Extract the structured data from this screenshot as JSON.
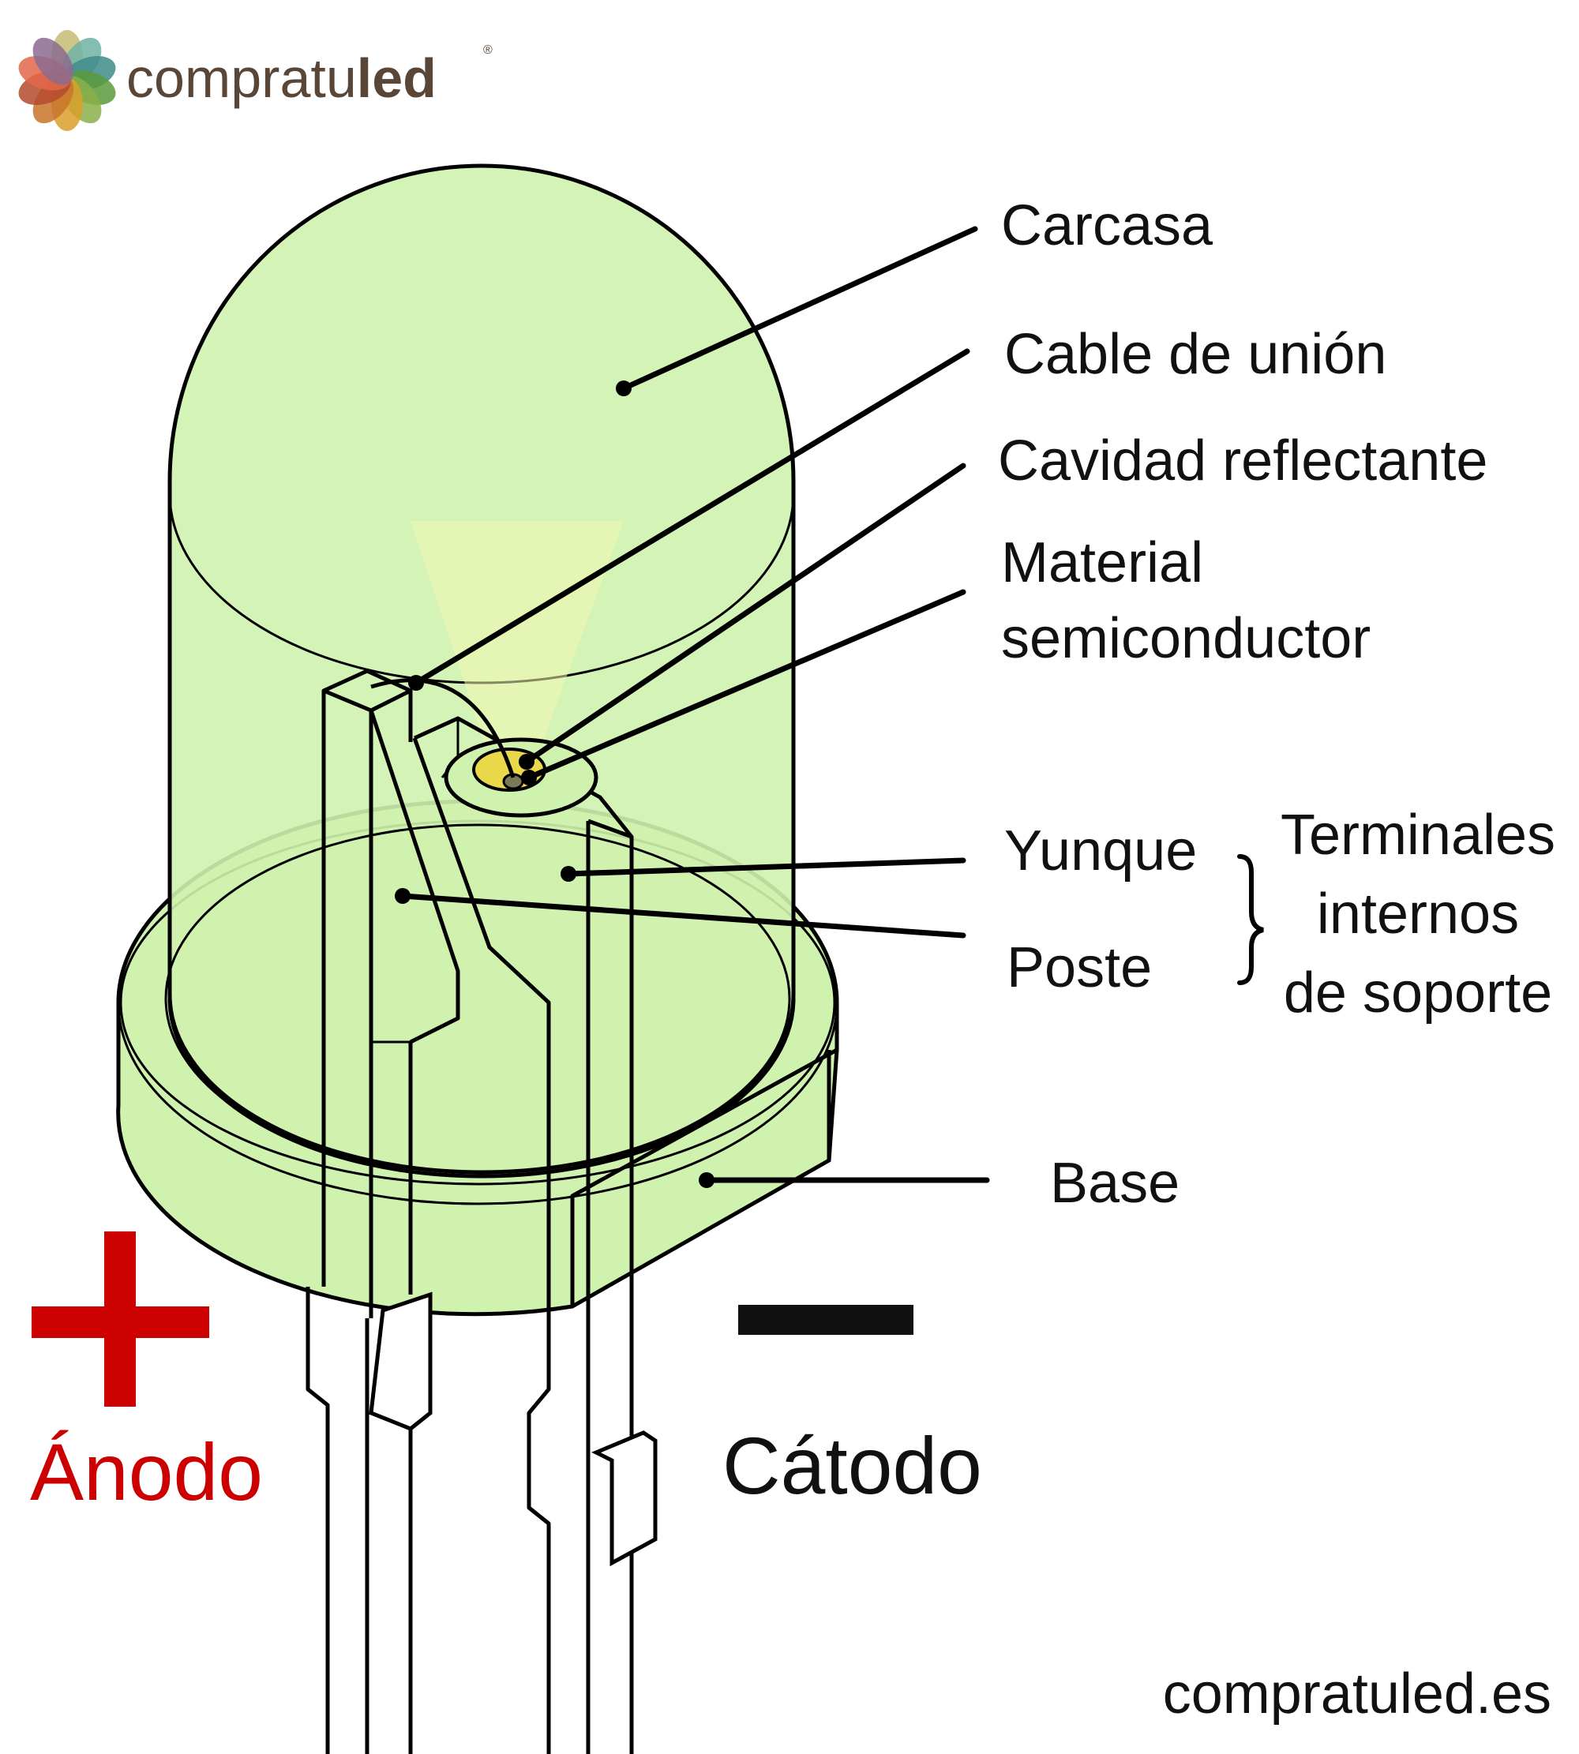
{
  "brand": {
    "name_prefix": "compratu",
    "name_suffix": "led",
    "registered": "®",
    "url": "compratuled.es",
    "brand_text_color": "#5a4636"
  },
  "labels": {
    "carcasa": "Carcasa",
    "cable": "Cable de unión",
    "cavidad": "Cavidad reflectante",
    "material_1": "Material",
    "material_2": "semiconductor",
    "yunque": "Yunque",
    "poste": "Poste",
    "terminales_1": "Terminales",
    "terminales_2": "internos",
    "terminales_3": "de soporte",
    "base": "Base"
  },
  "polarity": {
    "anode_label": "Ánodo",
    "anode_symbol": "plus",
    "cathode_label": "Cátodo",
    "cathode_symbol": "minus",
    "anode_color": "#cc0000",
    "cathode_color": "#111111"
  },
  "colors": {
    "led_body": "#cff2ae",
    "chip_yellow": "#e8d84a",
    "outline": "#000000"
  }
}
